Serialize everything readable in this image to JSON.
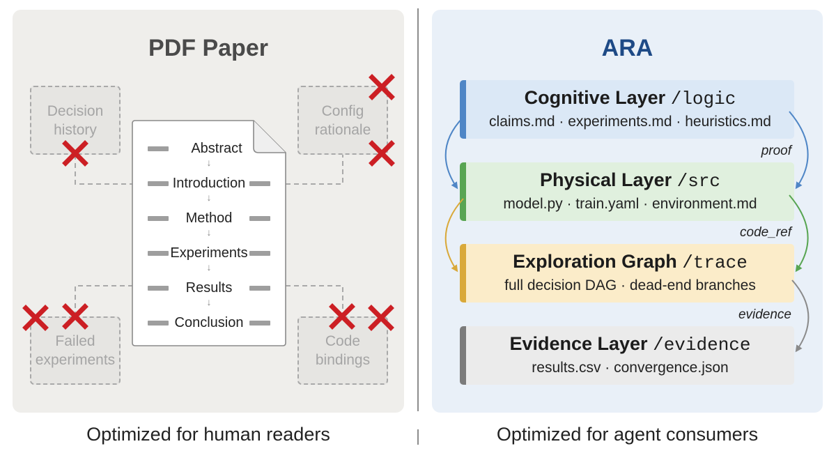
{
  "left": {
    "title": "PDF Paper",
    "caption": "Optimized for human readers",
    "missing": {
      "decision_history": "Decision history",
      "config_rationale": "Config rationale",
      "failed_experiments": "Failed experiments",
      "code_bindings": "Code bindings"
    },
    "sections": [
      "Abstract",
      "Introduction",
      "Method",
      "Experiments",
      "Results",
      "Conclusion"
    ]
  },
  "right": {
    "title": "ARA",
    "caption": "Optimized for agent consumers",
    "layers": [
      {
        "name": "Cognitive Layer",
        "path": "/logic",
        "files": "claims.md · experiments.md · heuristics.md"
      },
      {
        "name": "Physical Layer",
        "path": "/src",
        "files": "model.py · train.yaml · environment.md"
      },
      {
        "name": "Exploration Graph",
        "path": "/trace",
        "files": "full decision DAG · dead-end branches"
      },
      {
        "name": "Evidence Layer",
        "path": "/evidence",
        "files": "results.csv · convergence.json"
      }
    ],
    "edges": [
      "proof",
      "code_ref",
      "evidence"
    ]
  },
  "colors": {
    "cross": "#cc1f24",
    "cognitive": "#4f86c6",
    "physical": "#58a552",
    "exploration": "#d9a93a",
    "evidence": "#7b7b7b"
  }
}
